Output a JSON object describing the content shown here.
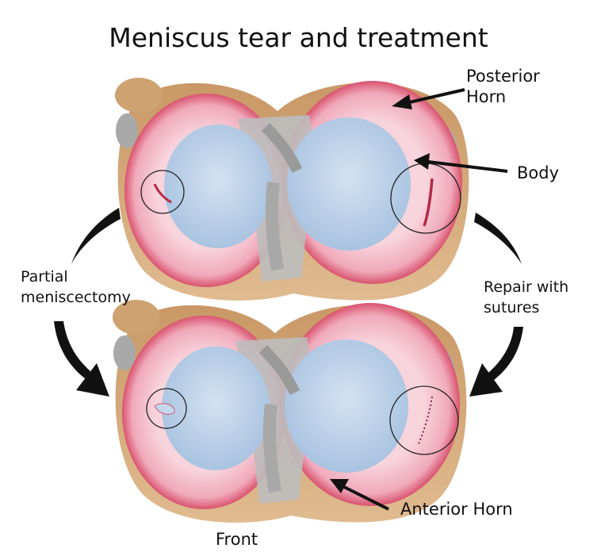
{
  "title": "Meniscus tear and treatment",
  "labels": {
    "posterior_horn": [
      "Posterior",
      "Horn"
    ],
    "body": "Body",
    "partial_meniscectomy": [
      "Partial",
      "meniscectomy"
    ],
    "repair_with_sutures": [
      "Repair with",
      "sutures"
    ],
    "anterior_horn": "Anterior Horn",
    "front": "Front"
  },
  "colors": {
    "meniscus_pink": "#f3b8c8",
    "meniscus_edge": "#d9546f",
    "plateau_blue": "#c3d7ec",
    "bone_tan": "#d3a878",
    "ligament_grey": "#b9b9b9"
  }
}
